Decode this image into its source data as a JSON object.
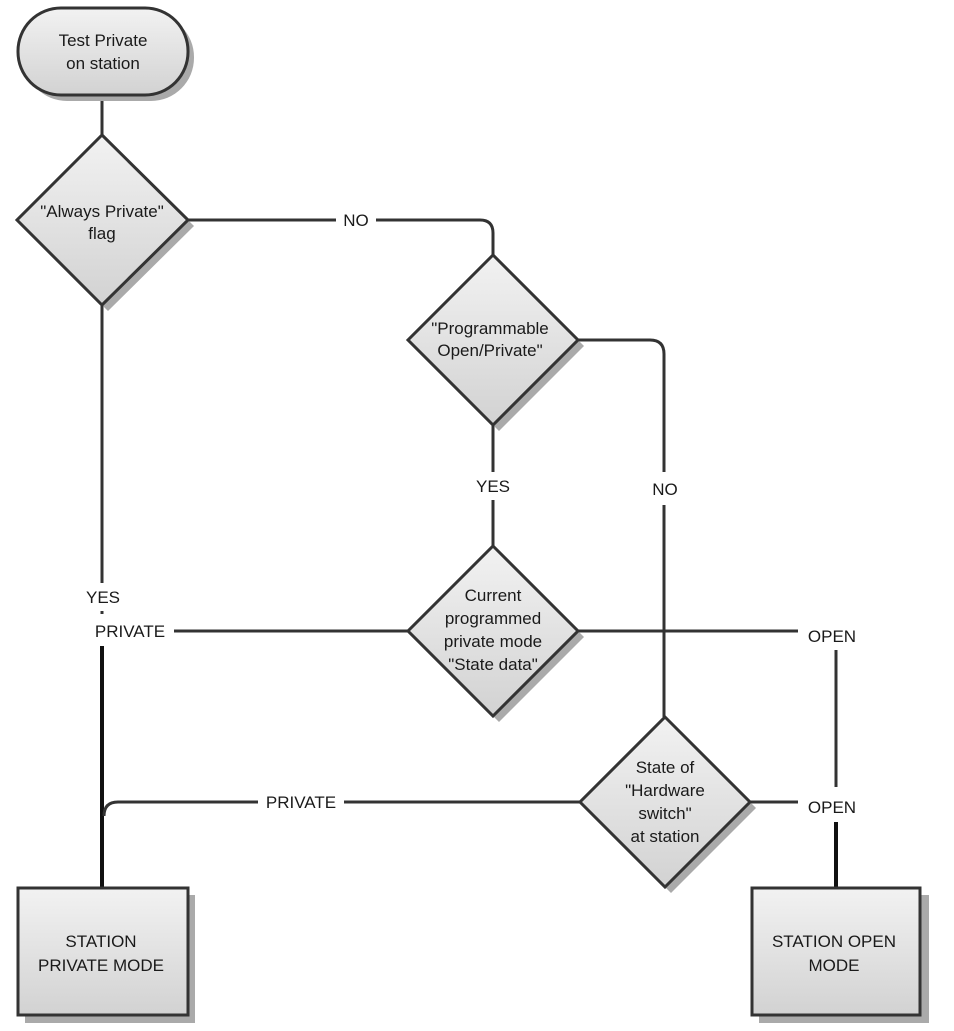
{
  "diagram": {
    "type": "flowchart",
    "nodes": {
      "start": {
        "kind": "terminator",
        "lines": [
          "Test Private",
          "on station"
        ]
      },
      "always_private": {
        "kind": "decision",
        "lines": [
          "\"Always Private\"",
          "flag"
        ]
      },
      "programmable": {
        "kind": "decision",
        "lines": [
          "\"Programmable",
          "Open/Private\""
        ]
      },
      "current_mode": {
        "kind": "decision",
        "lines": [
          "Current",
          "programmed",
          "private mode",
          "\"State data\""
        ]
      },
      "hardware_switch": {
        "kind": "decision",
        "lines": [
          "State of",
          "\"Hardware",
          "switch\"",
          "at station"
        ]
      },
      "private_mode": {
        "kind": "process",
        "lines": [
          "STATION",
          "PRIVATE MODE"
        ]
      },
      "open_mode": {
        "kind": "process",
        "lines": [
          "STATION OPEN",
          "MODE"
        ]
      }
    },
    "edge_labels": {
      "always_no": "NO",
      "always_yes": "YES",
      "programmable_yes": "YES",
      "programmable_no": "NO",
      "current_private": "PRIVATE",
      "current_open": "OPEN",
      "hardware_private": "PRIVATE",
      "hardware_open": "OPEN"
    },
    "edges": [
      {
        "from": "start",
        "to": "always_private",
        "label": ""
      },
      {
        "from": "always_private",
        "to": "programmable",
        "label": "NO"
      },
      {
        "from": "always_private",
        "to": "private_mode",
        "label": "YES"
      },
      {
        "from": "programmable",
        "to": "current_mode",
        "label": "YES"
      },
      {
        "from": "programmable",
        "to": "hardware_switch",
        "label": "NO"
      },
      {
        "from": "current_mode",
        "to": "private_mode",
        "label": "PRIVATE"
      },
      {
        "from": "current_mode",
        "to": "open_mode",
        "label": "OPEN"
      },
      {
        "from": "hardware_switch",
        "to": "private_mode",
        "label": "PRIVATE"
      },
      {
        "from": "hardware_switch",
        "to": "open_mode",
        "label": "OPEN"
      }
    ]
  }
}
